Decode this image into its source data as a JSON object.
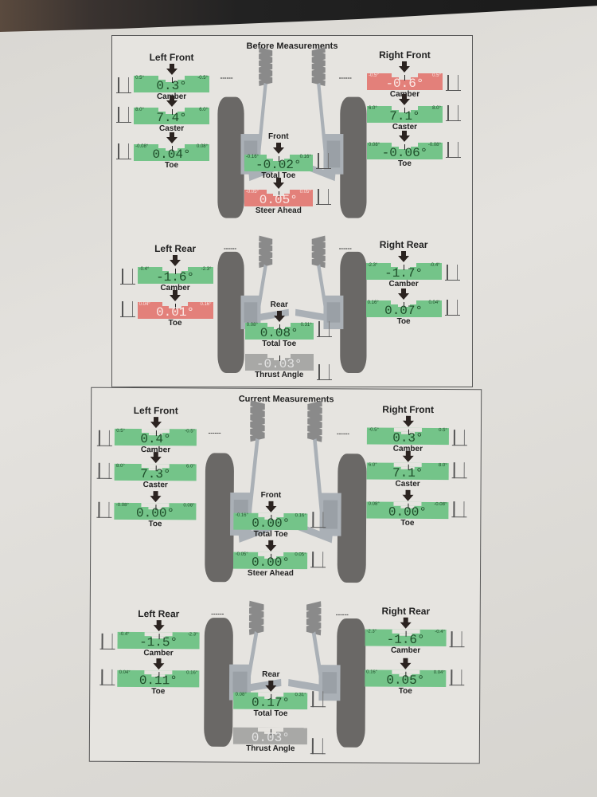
{
  "report": {
    "sections": [
      {
        "title": "Before Measurements",
        "dashes": "------",
        "cells": [
          {
            "id": "lf-camber",
            "title": "Left Front",
            "label": "Camber",
            "min": "0.5°",
            "max": "-0.5°",
            "value": "0.3°",
            "status": "green"
          },
          {
            "id": "lf-caster",
            "title": "",
            "label": "Caster",
            "min": "8.0°",
            "max": "6.0°",
            "value": "7.4°",
            "status": "green"
          },
          {
            "id": "lf-toe",
            "title": "",
            "label": "Toe",
            "min": "-0.08°",
            "max": "0.08°",
            "value": "0.04°",
            "status": "green"
          },
          {
            "id": "rf-camber",
            "title": "Right Front",
            "label": "Camber",
            "min": "-0.5°",
            "max": "0.5°",
            "value": "-0.6°",
            "status": "red"
          },
          {
            "id": "rf-caster",
            "title": "",
            "label": "Caster",
            "min": "6.0°",
            "max": "8.0°",
            "value": "7.1°",
            "status": "green"
          },
          {
            "id": "rf-toe",
            "title": "",
            "label": "Toe",
            "min": "0.08°",
            "max": "-0.08°",
            "value": "-0.06°",
            "status": "green"
          },
          {
            "id": "front-total-toe",
            "title": "Front",
            "label": "Total Toe",
            "min": "-0.16°",
            "max": "0.16°",
            "value": "-0.02°",
            "status": "green"
          },
          {
            "id": "steer-ahead",
            "title": "",
            "label": "Steer Ahead",
            "min": "-0.05°",
            "max": "0.05°",
            "value": "0.05°",
            "status": "red"
          },
          {
            "id": "lr-camber",
            "title": "Left Rear",
            "label": "Camber",
            "min": "-0.4°",
            "max": "-2.3°",
            "value": "-1.6°",
            "status": "green"
          },
          {
            "id": "lr-toe",
            "title": "",
            "label": "Toe",
            "min": "0.04°",
            "max": "0.16°",
            "value": "0.01°",
            "status": "red"
          },
          {
            "id": "rr-camber",
            "title": "Right Rear",
            "label": "Camber",
            "min": "-2.3°",
            "max": "-0.4°",
            "value": "-1.7°",
            "status": "green"
          },
          {
            "id": "rr-toe",
            "title": "",
            "label": "Toe",
            "min": "0.16°",
            "max": "0.04°",
            "value": "0.07°",
            "status": "green"
          },
          {
            "id": "rear-total-toe",
            "title": "Rear",
            "label": "Total Toe",
            "min": "0.08°",
            "max": "0.31°",
            "value": "0.08°",
            "status": "green"
          },
          {
            "id": "thrust-angle",
            "title": "",
            "label": "Thrust Angle",
            "min": "",
            "max": "",
            "value": "-0.03°",
            "status": "grey"
          }
        ]
      },
      {
        "title": "Current Measurements",
        "dashes": "------",
        "cells": [
          {
            "id": "lf-camber",
            "title": "Left Front",
            "label": "Camber",
            "min": "0.5°",
            "max": "-0.5°",
            "value": "0.4°",
            "status": "green"
          },
          {
            "id": "lf-caster",
            "title": "",
            "label": "Caster",
            "min": "8.0°",
            "max": "6.0°",
            "value": "7.3°",
            "status": "green"
          },
          {
            "id": "lf-toe",
            "title": "",
            "label": "Toe",
            "min": "-0.08°",
            "max": "0.08°",
            "value": "0.00°",
            "status": "green"
          },
          {
            "id": "rf-camber",
            "title": "Right Front",
            "label": "Camber",
            "min": "-0.5°",
            "max": "0.5°",
            "value": "0.3°",
            "status": "green"
          },
          {
            "id": "rf-caster",
            "title": "",
            "label": "Caster",
            "min": "6.0°",
            "max": "8.0°",
            "value": "7.1°",
            "status": "green"
          },
          {
            "id": "rf-toe",
            "title": "",
            "label": "Toe",
            "min": "0.08°",
            "max": "-0.08°",
            "value": "0.00°",
            "status": "green"
          },
          {
            "id": "front-total-toe",
            "title": "Front",
            "label": "Total Toe",
            "min": "-0.16°",
            "max": "0.16°",
            "value": "0.00°",
            "status": "green"
          },
          {
            "id": "steer-ahead",
            "title": "",
            "label": "Steer Ahead",
            "min": "-0.05°",
            "max": "0.05°",
            "value": "0.00°",
            "status": "green"
          },
          {
            "id": "lr-camber",
            "title": "Left Rear",
            "label": "Camber",
            "min": "-0.4°",
            "max": "-2.3°",
            "value": "-1.5°",
            "status": "green"
          },
          {
            "id": "lr-toe",
            "title": "",
            "label": "Toe",
            "min": "0.04°",
            "max": "0.16°",
            "value": "0.11°",
            "status": "green"
          },
          {
            "id": "rr-camber",
            "title": "Right Rear",
            "label": "Camber",
            "min": "-2.3°",
            "max": "-0.4°",
            "value": "-1.6°",
            "status": "green"
          },
          {
            "id": "rr-toe",
            "title": "",
            "label": "Toe",
            "min": "0.16°",
            "max": "0.04°",
            "value": "0.05°",
            "status": "green"
          },
          {
            "id": "rear-total-toe",
            "title": "Rear",
            "label": "Total Toe",
            "min": "0.08°",
            "max": "0.31°",
            "value": "0.17°",
            "status": "green"
          },
          {
            "id": "thrust-angle",
            "title": "",
            "label": "Thrust Angle",
            "min": "",
            "max": "",
            "value": "0.03°",
            "status": "grey"
          }
        ]
      }
    ],
    "colors": {
      "in_spec": "#74c489",
      "out_of_spec": "#e3807a",
      "info": "#a8a8a6"
    }
  }
}
